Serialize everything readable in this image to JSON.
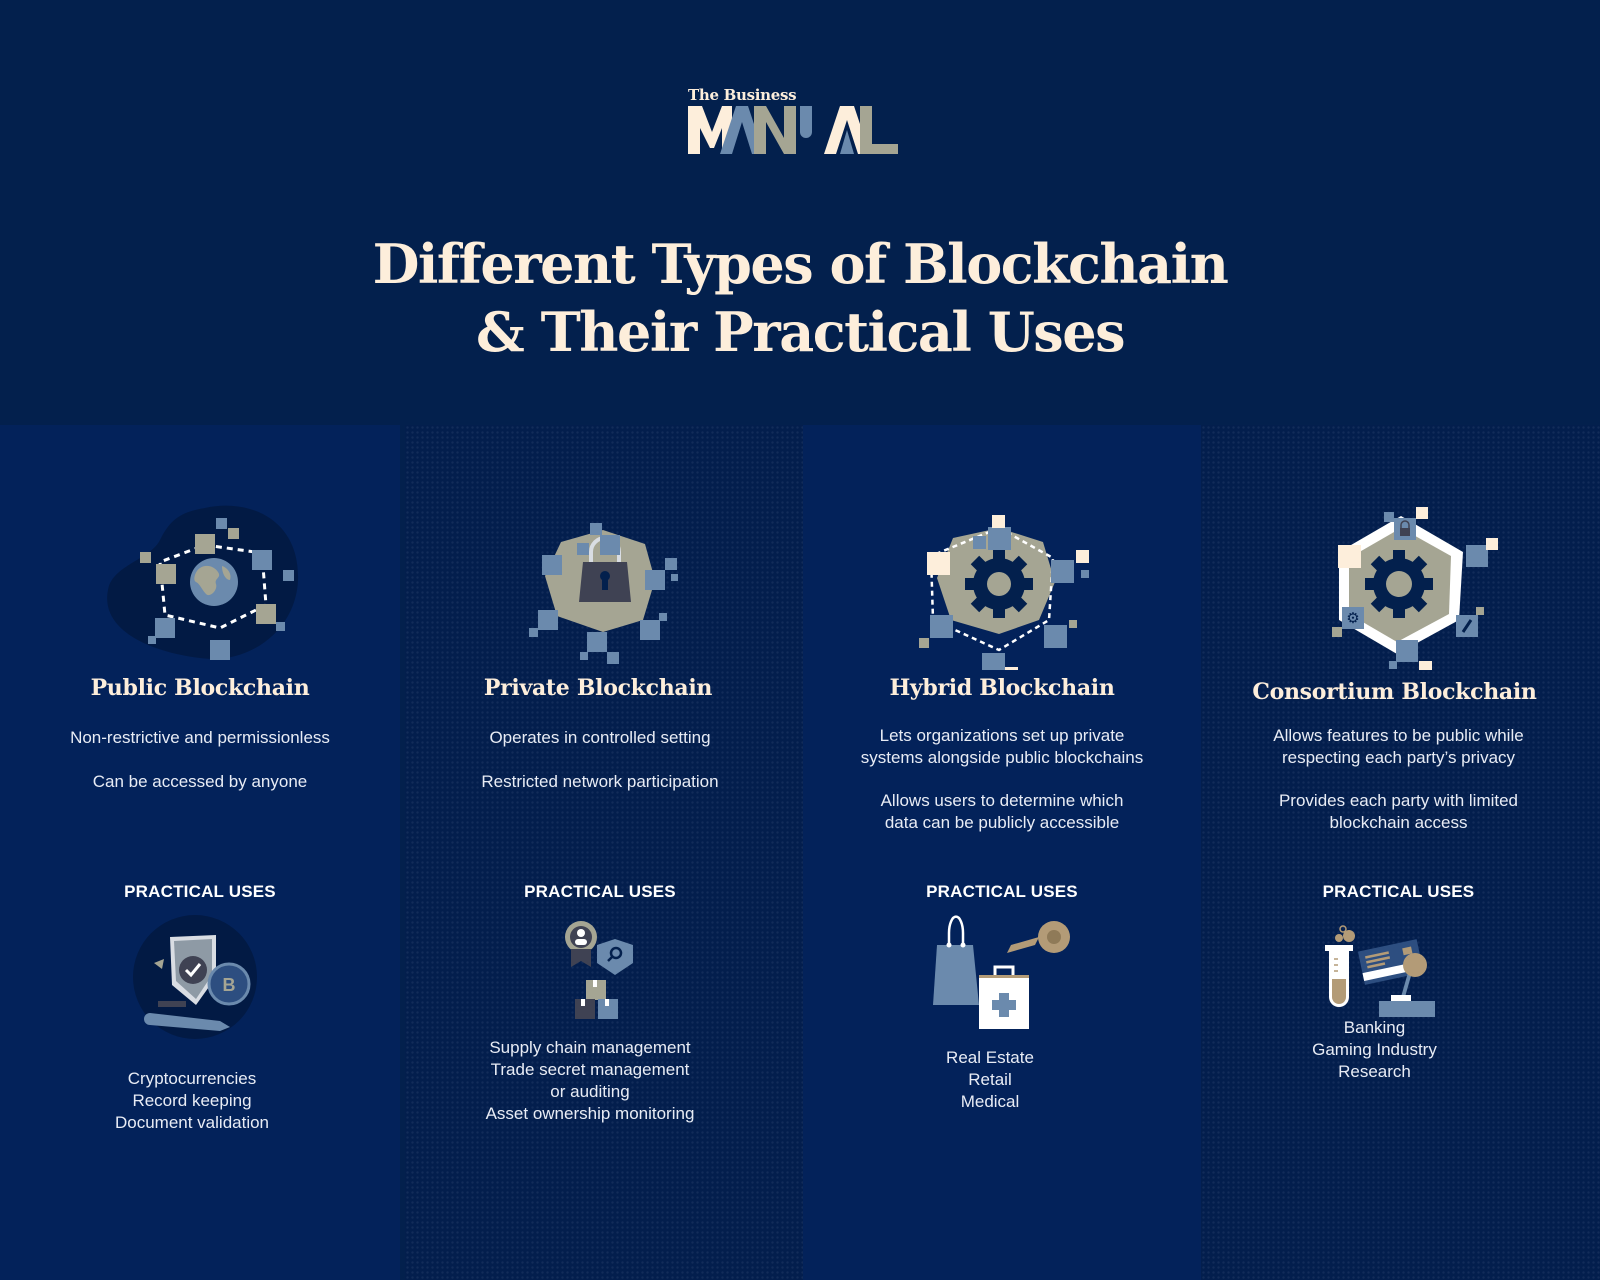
{
  "brand": {
    "logo_top": "The Business",
    "logo_word": "MANUAL"
  },
  "header": {
    "title_line1": "Different Types of Blockchain",
    "title_line2": "& Their Practical Uses"
  },
  "colors": {
    "background": "#03204d",
    "column_light": "#03225a",
    "column_dark": "#031e4d",
    "cream": "#fdeedb",
    "steel_blue": "#6b8aad",
    "khaki": "#a5a593",
    "charcoal": "#3f4253",
    "tan": "#b39b77"
  },
  "columns": [
    {
      "title": "Public Blockchain",
      "icon": "globe-network-icon",
      "descriptions": [
        "Non-restrictive and permissionless",
        "Can be accessed by anyone"
      ],
      "practical_uses_label": "PRACTICAL USES",
      "uses_icon": "shield-bitcoin-pen-icon",
      "uses": [
        "Cryptocurrencies",
        "Record keeping",
        "Document validation"
      ]
    },
    {
      "title": "Private Blockchain",
      "icon": "padlock-network-icon",
      "descriptions": [
        "Operates in controlled setting",
        "Restricted network participation"
      ],
      "practical_uses_label": "PRACTICAL USES",
      "uses_icon": "badge-shield-boxes-icon",
      "uses": [
        "Supply chain management",
        "Trade secret management",
        "or auditing",
        "Asset ownership monitoring"
      ]
    },
    {
      "title": "Hybrid Blockchain",
      "icon": "gear-network-icon",
      "descriptions": [
        "Lets organizations set up private",
        "systems alongside public blockchains",
        "Allows users to determine which",
        "data can be publicly accessible"
      ],
      "practical_uses_label": "PRACTICAL USES",
      "uses_icon": "bag-key-medkit-icon",
      "uses": [
        "Real Estate",
        "Retail",
        "Medical"
      ]
    },
    {
      "title": "Consortium Blockchain",
      "icon": "gear-hexagon-consortium-icon",
      "descriptions": [
        "Allows features to be public while",
        "respecting each party’s privacy",
        "Provides each party with limited",
        "blockchain access"
      ],
      "practical_uses_label": "PRACTICAL USES",
      "uses_icon": "testtube-card-joystick-icon",
      "uses": [
        "Banking",
        "Gaming Industry",
        "Research"
      ]
    }
  ]
}
